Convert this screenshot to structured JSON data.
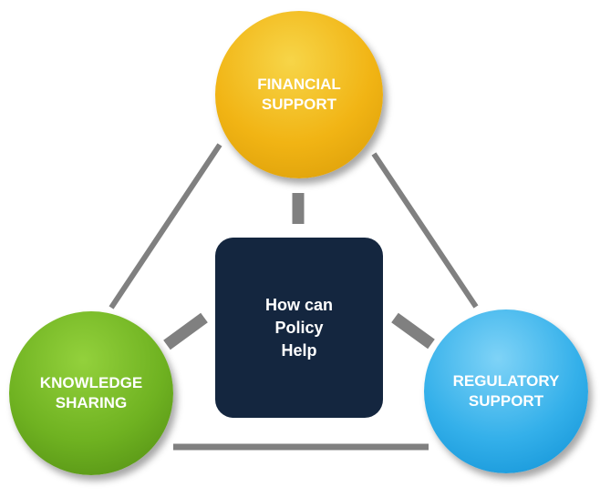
{
  "nodes": {
    "financial": {
      "line1": "FINANCIAL",
      "line2": "SUPPORT"
    },
    "knowledge": {
      "line1": "KNOWLEDGE",
      "line2": "SHARING"
    },
    "regulatory": {
      "line1": "REGULATORY",
      "line2": "SUPPORT"
    }
  },
  "center": {
    "line1": "How can",
    "line2": "Policy",
    "line3": "Help"
  },
  "colors": {
    "financial": "#f1b414",
    "knowledge": "#6fb221",
    "regulatory": "#34b0ea",
    "center": "#14263f",
    "connector": "#808080"
  }
}
